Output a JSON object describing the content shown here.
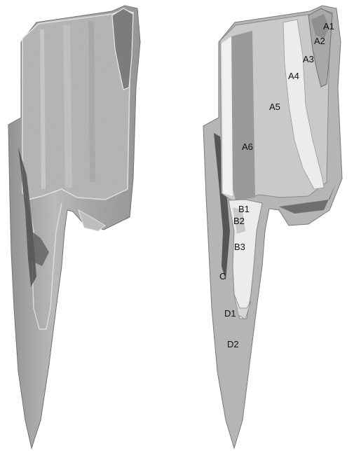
{
  "photo_panel": {
    "description_icon": "photograph-specimen"
  },
  "diagram_panel": {
    "labels": {
      "A1": "A1",
      "A2": "A2",
      "A3": "A3",
      "A4": "A4",
      "A5": "A5",
      "A6": "A6",
      "B1": "B1",
      "B2": "B2",
      "B3": "B3",
      "C": "C",
      "D1": "D1",
      "D2": "D2"
    }
  },
  "colors": {
    "background": "#ffffff",
    "outer_gray": "#b5b5b5",
    "mid_gray": "#c8c8c8",
    "dark_gray": "#9a9a9a",
    "light_fill": "#ececec",
    "darkest": "#555555"
  }
}
